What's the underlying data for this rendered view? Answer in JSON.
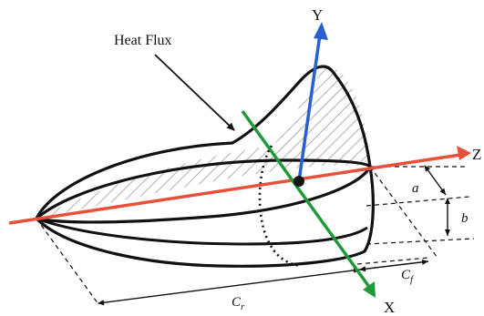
{
  "colors": {
    "z_axis": "#e8503a",
    "y_axis": "#2a5fd0",
    "x_axis": "#1f9a3a",
    "outline": "#111111",
    "hatch": "#b5b5b5"
  },
  "labels": {
    "heat_flux": "Heat Flux",
    "axis_y": "Y",
    "axis_z": "Z",
    "axis_x": "X",
    "dim_a": "a",
    "dim_b": "b",
    "dim_cr_main": "C",
    "dim_cr_sub": "r",
    "dim_cf_main": "C",
    "dim_cf_sub": "f"
  },
  "icons": {
    "origin": "origin-dot-icon",
    "arrow": "arrowhead-icon"
  }
}
